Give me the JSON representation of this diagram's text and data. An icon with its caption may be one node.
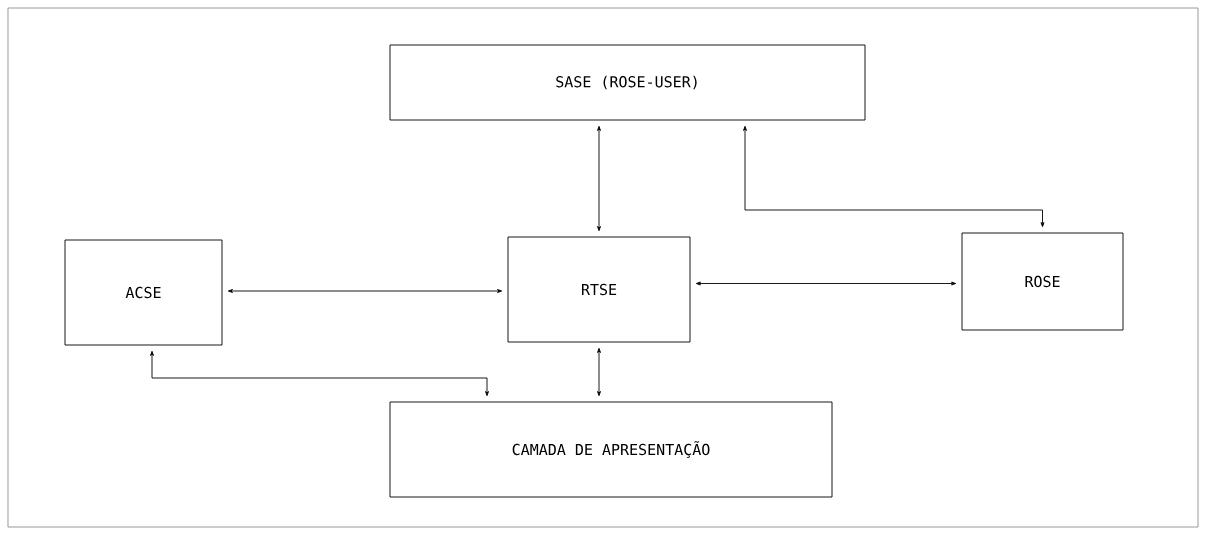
{
  "diagram": {
    "nodes": [
      {
        "text": [
          "SASE (ROSE-USER)"
        ]
      },
      {
        "text": [
          "ACSE"
        ]
      },
      {
        "text": [
          "RTSE"
        ]
      },
      {
        "text": [
          "ROSE"
        ]
      },
      {
        "text": [
          "CAMADA DE APRESENTAÇÃO"
        ]
      }
    ],
    "edges": [
      {
        "from": 0,
        "to": 2,
        "arrow": "both"
      },
      {
        "from": 0,
        "to": 3,
        "arrow": "both"
      },
      {
        "from": 1,
        "to": 2,
        "arrow": "both"
      },
      {
        "from": 2,
        "to": 3,
        "arrow": "both"
      },
      {
        "from": 1,
        "to": 4,
        "arrow": "both"
      },
      {
        "from": 2,
        "to": 4,
        "arrow": "both"
      }
    ]
  }
}
